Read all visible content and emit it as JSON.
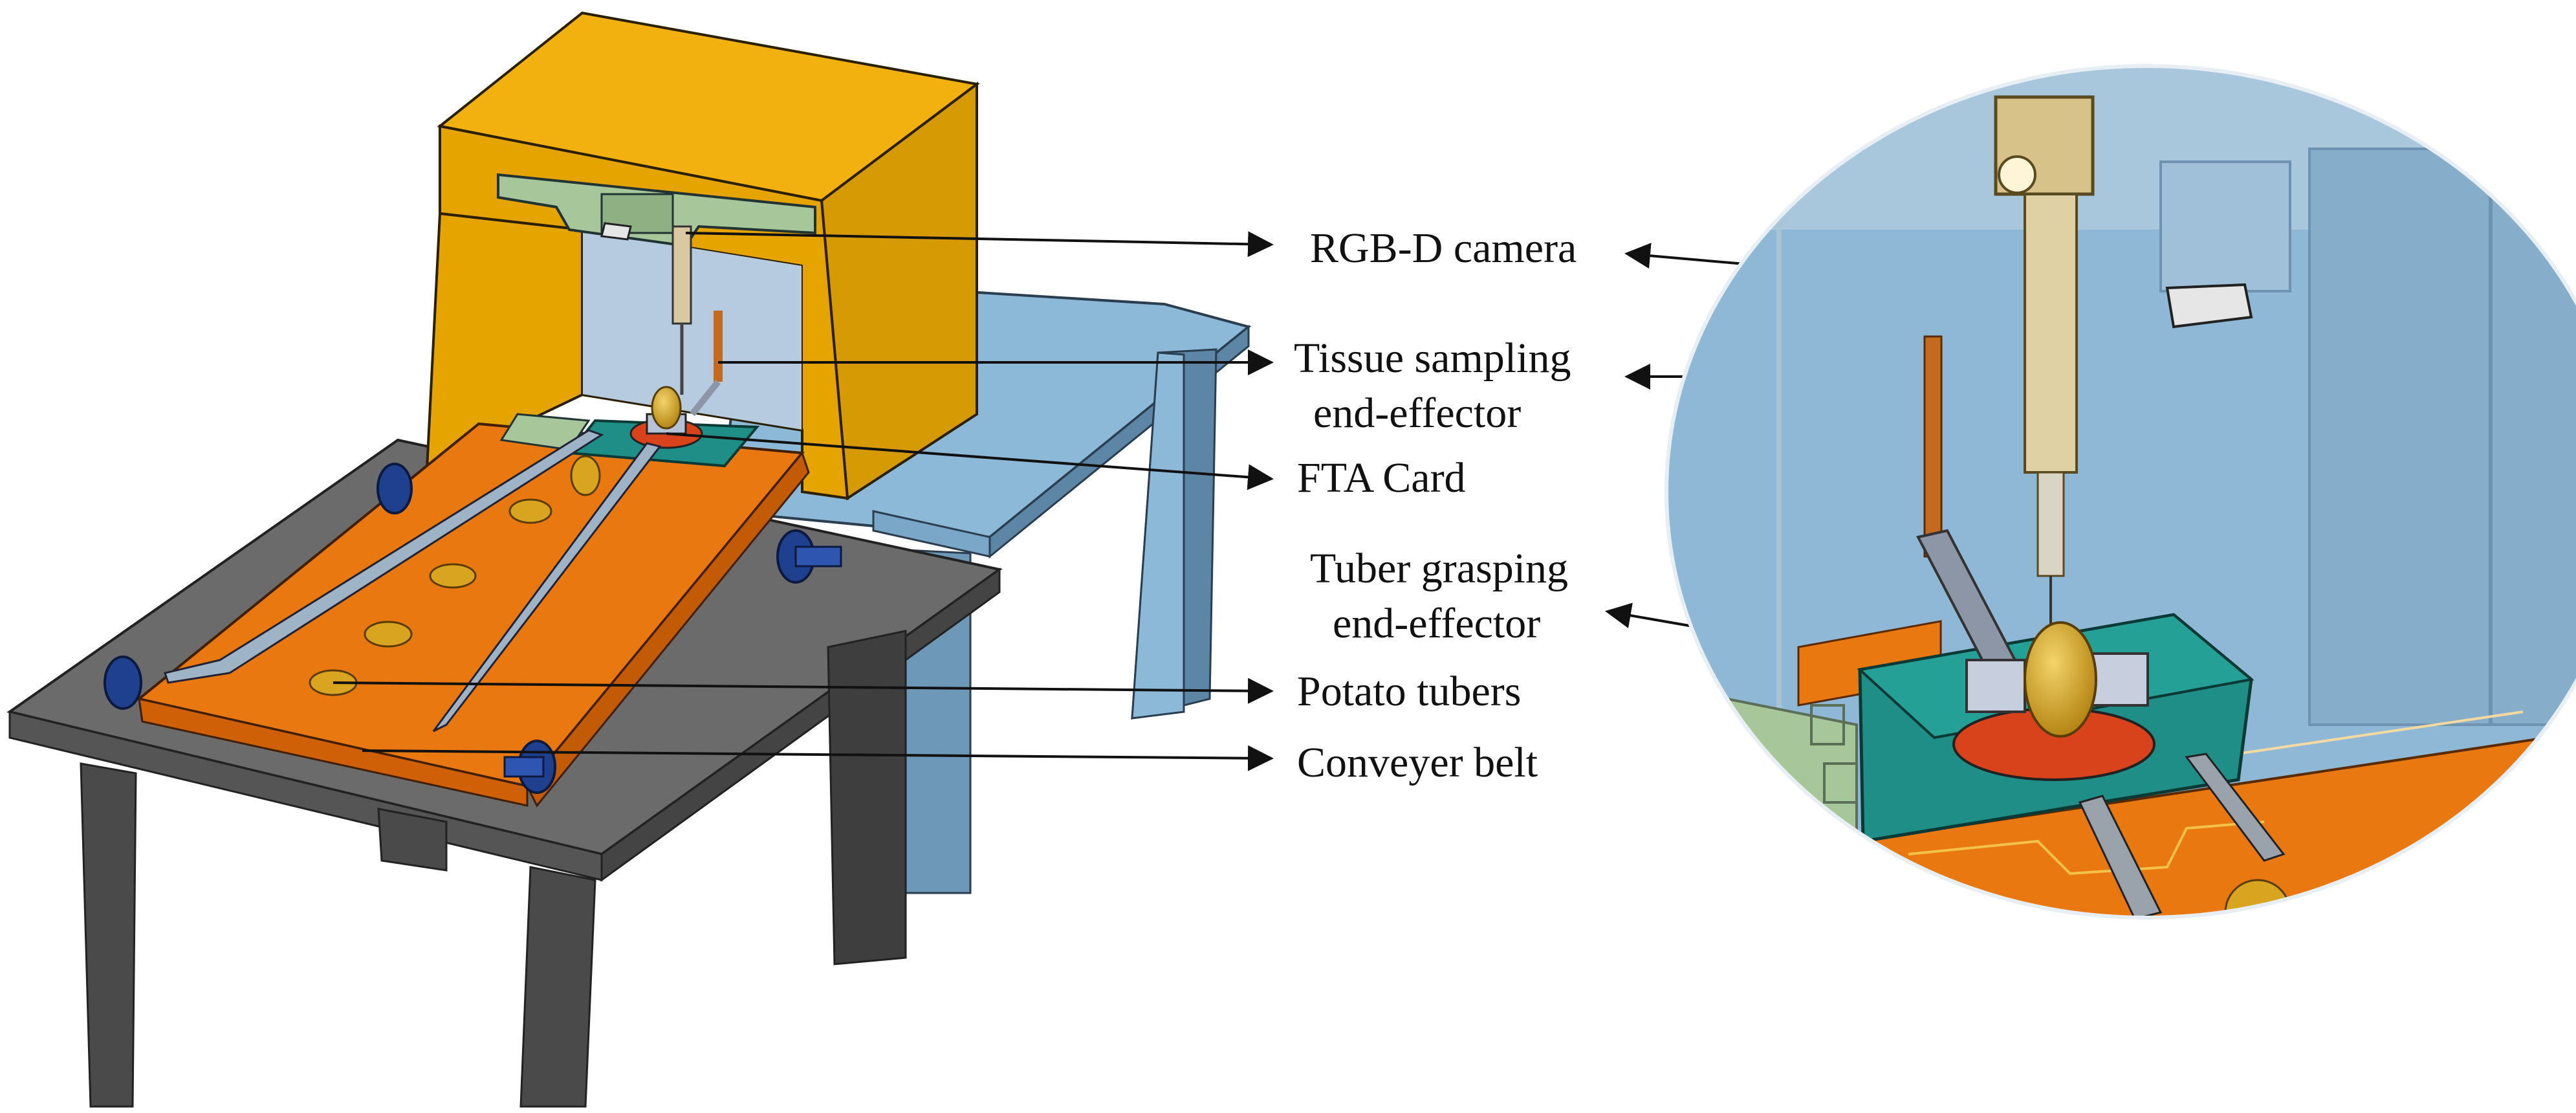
{
  "labels": {
    "camera": "RGB-D camera",
    "tissue_line1": "Tissue sampling",
    "tissue_line2": "end-effector",
    "fta": "FTA Card",
    "tuber_line1": "Tuber grasping",
    "tuber_line2": "end-effector",
    "potato": "Potato tubers",
    "conveyer": "Conveyer belt"
  },
  "colors": {
    "enclosure": "#E6A400",
    "table_blue": "#8DB9D8",
    "table_gray": "#6B6B6B",
    "belt": "#E8780F",
    "tuber": "#D9A520",
    "platform": "#1E8E86",
    "pedestal": "#D9431C",
    "mount": "#A7C79A",
    "roller_cap": "#1F3F8F"
  }
}
